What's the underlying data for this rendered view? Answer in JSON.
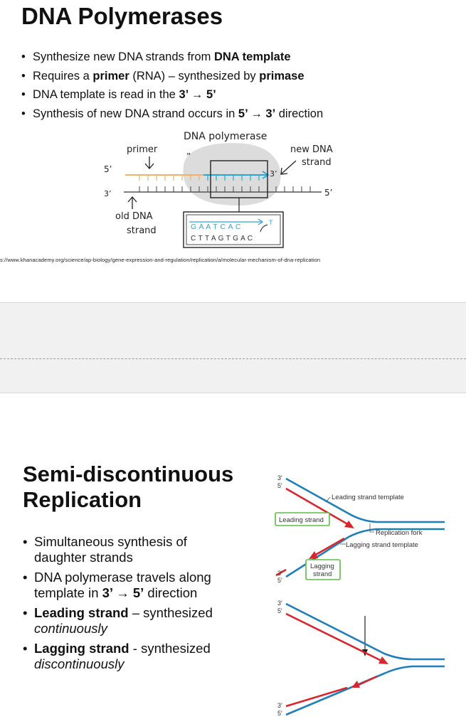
{
  "slide1": {
    "title": "DNA Polymerases",
    "bullets": [
      {
        "parts": [
          "Synthesize new DNA strands from ",
          "DNA template"
        ],
        "bold": [
          false,
          true
        ]
      },
      {
        "parts": [
          "Requires a ",
          "primer",
          " (RNA) – synthesized by ",
          "primase"
        ],
        "bold": [
          false,
          true,
          false,
          true
        ]
      },
      {
        "parts": [
          "DNA template is read in the ",
          "3’ → 5’"
        ],
        "bold": [
          false,
          true
        ]
      },
      {
        "parts": [
          "Synthesis of new DNA strand occurs in ",
          "5’ → 3’",
          " direction"
        ],
        "bold": [
          false,
          true,
          false
        ]
      }
    ],
    "figure": {
      "enzyme_label": "DNA polymerase",
      "primer_label": "primer",
      "new_strand_label_1": "new DNA",
      "new_strand_label_2": "strand",
      "old_strand_label_1": "old DNA",
      "old_strand_label_2": "strand",
      "end_5_top": "5’",
      "end_3_bottom": "3’",
      "end_3_new": "3’",
      "end_5_bottom_right": "5’",
      "tick_mark": "”",
      "zoom_top_seq": "G A A T C A C",
      "zoom_bottom_seq": "C T T A G T G A C",
      "zoom_next_base": "T",
      "colors": {
        "primer": "#f0b26a",
        "new_strand": "#2aa6d6",
        "old_strand": "#555555",
        "enzyme": "#d9d9d9"
      }
    },
    "source_url": "s://www.khanacademy.org/science/ap-biology/gene-expression-and-regulation/replication/a/molecular-mechanism-of-dna-replication"
  },
  "slide2": {
    "title": "Semi-discontinuous Replication",
    "bullets": [
      {
        "parts": [
          "Simultaneous synthesis of daughter strands"
        ],
        "bold": [
          false
        ],
        "italic": [
          false
        ]
      },
      {
        "parts": [
          "DNA polymerase travels along template in ",
          "3’ → 5’",
          " direction"
        ],
        "bold": [
          false,
          true,
          false
        ],
        "italic": [
          false,
          false,
          false
        ]
      },
      {
        "parts": [
          "Leading strand",
          " – synthesized ",
          "continuously"
        ],
        "bold": [
          true,
          false,
          false
        ],
        "italic": [
          false,
          false,
          true
        ]
      },
      {
        "parts": [
          "Lagging strand",
          " - synthesized ",
          "discontinuously"
        ],
        "bold": [
          true,
          false,
          false
        ],
        "italic": [
          false,
          false,
          true
        ]
      }
    ],
    "figure": {
      "leading_strand_template": "Leading strand template",
      "leading_strand": "Leading strand",
      "replication_fork": "Replication fork",
      "lagging_strand_template": "Lagging strand template",
      "lagging_strand_1": "Lagging",
      "lagging_strand_2": "strand",
      "end_3": "3′",
      "end_5": "5′",
      "colors": {
        "template": "#1f7fb8",
        "new": "#d9262e",
        "label_box": "#5dbb46"
      }
    }
  }
}
